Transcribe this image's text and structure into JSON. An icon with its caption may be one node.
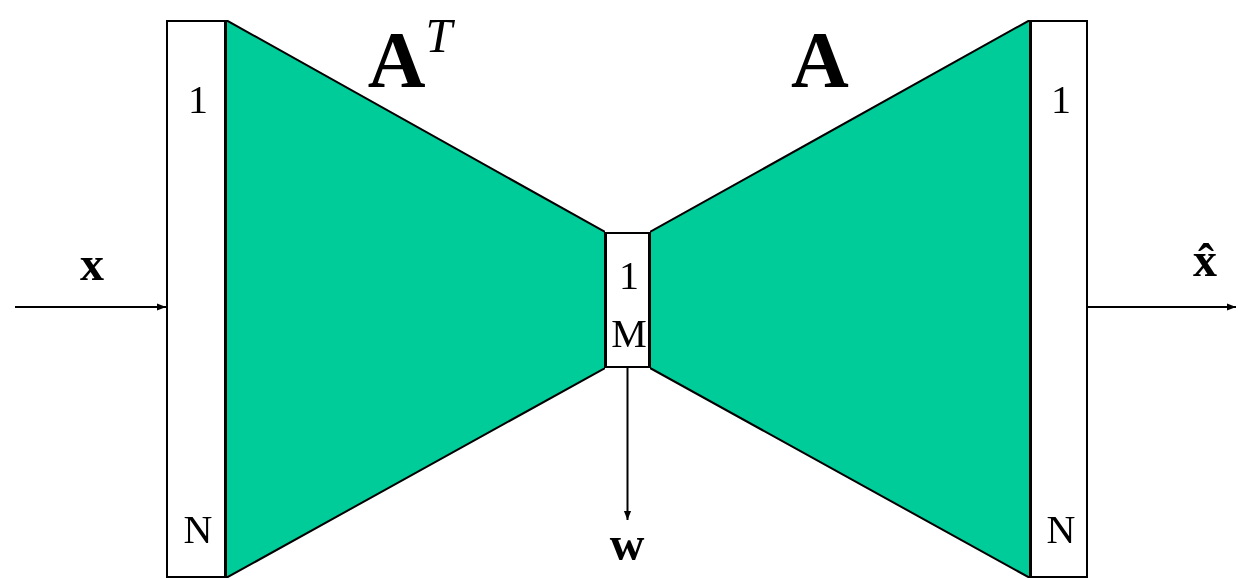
{
  "diagram": {
    "nodes": [
      {
        "text": [
          "1",
          "N"
        ]
      },
      {
        "text": [
          "A$^{T}$"
        ]
      },
      {
        "text": [
          "1",
          "M"
        ]
      },
      {
        "text": [
          "A"
        ]
      },
      {
        "text": [
          "1",
          "N"
        ]
      },
      {
        "text": [
          "w"
        ]
      }
    ],
    "edges": [
      {
        "from": null,
        "to": 0,
        "arrow": "to",
        "label": "x"
      },
      {
        "from": 4,
        "to": null,
        "arrow": "to",
        "label": "x̂"
      },
      {
        "from": 2,
        "to": 5,
        "arrow": "to"
      }
    ]
  }
}
